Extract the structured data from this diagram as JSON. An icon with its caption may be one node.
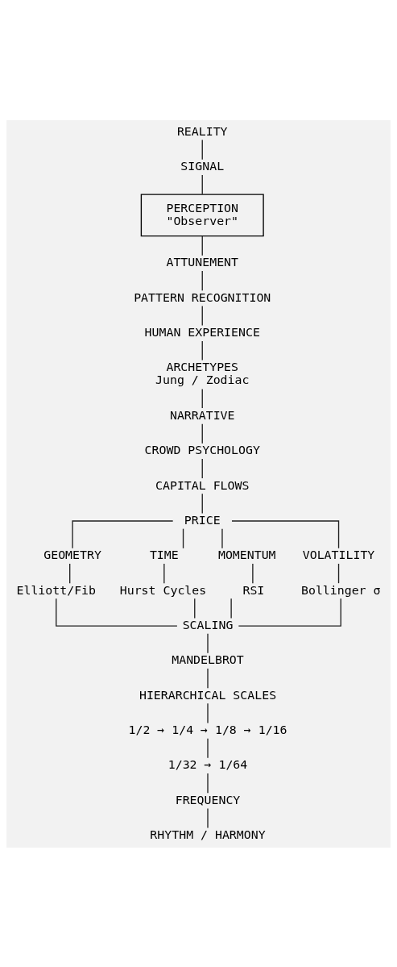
{
  "diagram": {
    "nodes": [
      {
        "text": [
          "REALITY"
        ]
      },
      {
        "text": [
          "SIGNAL"
        ]
      },
      {
        "text": [
          "PERCEPTION",
          "\"Observer\""
        ]
      },
      {
        "text": [
          "ATTUNEMENT"
        ]
      },
      {
        "text": [
          "PATTERN RECOGNITION"
        ]
      },
      {
        "text": [
          "HUMAN EXPERIENCE"
        ]
      },
      {
        "text": [
          "ARCHETYPES",
          "Jung / Zodiac"
        ]
      },
      {
        "text": [
          "NARRATIVE"
        ]
      },
      {
        "text": [
          "CROWD PSYCHOLOGY"
        ]
      },
      {
        "text": [
          "CAPITAL FLOWS"
        ]
      },
      {
        "text": [
          "PRICE"
        ]
      },
      {
        "text": [
          "GEOMETRY"
        ]
      },
      {
        "text": [
          "Elliott/Fib"
        ]
      },
      {
        "text": [
          "TIME"
        ]
      },
      {
        "text": [
          "Hurst Cycles"
        ]
      },
      {
        "text": [
          "MOMENTUM"
        ]
      },
      {
        "text": [
          "RSI"
        ]
      },
      {
        "text": [
          "VOLATILITY"
        ]
      },
      {
        "text": [
          "Bollinger σ"
        ]
      },
      {
        "text": [
          "SCALING"
        ]
      },
      {
        "text": [
          "MANDELBROT"
        ]
      },
      {
        "text": [
          "HIERARCHICAL SCALES"
        ]
      },
      {
        "text": [
          "1/2 → 1/4 → 1/8 → 1/16"
        ]
      },
      {
        "text": [
          "1/32 → 1/64"
        ]
      },
      {
        "text": [
          "FREQUENCY"
        ]
      },
      {
        "text": [
          "RHYTHM / HARMONY"
        ]
      }
    ],
    "edges": [
      {
        "from": 0,
        "to": 1,
        "arrow": "none"
      },
      {
        "from": 1,
        "to": 2,
        "arrow": "none"
      },
      {
        "from": 2,
        "to": 3,
        "arrow": "none"
      },
      {
        "from": 3,
        "to": 4,
        "arrow": "none"
      },
      {
        "from": 4,
        "to": 5,
        "arrow": "none"
      },
      {
        "from": 5,
        "to": 6,
        "arrow": "none"
      },
      {
        "from": 6,
        "to": 7,
        "arrow": "none"
      },
      {
        "from": 7,
        "to": 8,
        "arrow": "none"
      },
      {
        "from": 8,
        "to": 9,
        "arrow": "none"
      },
      {
        "from": 9,
        "to": 10,
        "arrow": "none"
      },
      {
        "from": 10,
        "to": 11,
        "arrow": "none"
      },
      {
        "from": 10,
        "to": 13,
        "arrow": "none"
      },
      {
        "from": 10,
        "to": 15,
        "arrow": "none"
      },
      {
        "from": 10,
        "to": 17,
        "arrow": "none"
      },
      {
        "from": 11,
        "to": 12,
        "arrow": "none"
      },
      {
        "from": 13,
        "to": 14,
        "arrow": "none"
      },
      {
        "from": 15,
        "to": 16,
        "arrow": "none"
      },
      {
        "from": 17,
        "to": 18,
        "arrow": "none"
      },
      {
        "from": 12,
        "to": 19,
        "arrow": "none"
      },
      {
        "from": 14,
        "to": 19,
        "arrow": "none"
      },
      {
        "from": 16,
        "to": 19,
        "arrow": "none"
      },
      {
        "from": 18,
        "to": 19,
        "arrow": "none"
      },
      {
        "from": 19,
        "to": 20,
        "arrow": "none"
      },
      {
        "from": 20,
        "to": 21,
        "arrow": "none"
      },
      {
        "from": 21,
        "to": 22,
        "arrow": "none"
      },
      {
        "from": 22,
        "to": 23,
        "arrow": "none"
      },
      {
        "from": 23,
        "to": 24,
        "arrow": "none"
      },
      {
        "from": 24,
        "to": 25,
        "arrow": "none"
      }
    ]
  }
}
